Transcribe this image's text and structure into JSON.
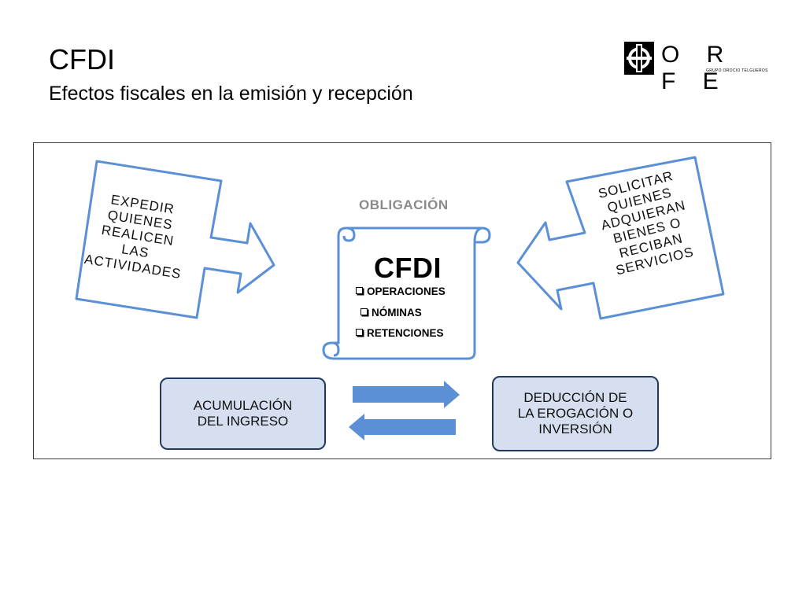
{
  "header": {
    "title": "CFDI",
    "subtitle": "Efectos fiscales en la emisión  y recepción"
  },
  "logo": {
    "name": "O R F E",
    "tagline": "GRUPO OROCIO TELGUEROS"
  },
  "diagram": {
    "left_block": [
      "EXPEDIR",
      "QUIENES",
      "REALICEN",
      "LAS",
      "ACTIVIDADES"
    ],
    "right_block": [
      "SOLICITAR",
      "QUIENES",
      "ADQUIERAN",
      "BIENES O",
      "RECIBAN",
      "SERVICIOS"
    ],
    "center_label": "OBLIGACIÓN",
    "scroll_title": "CFDI",
    "scroll_items": [
      "OPERACIONES",
      "NÓMINAS",
      "RETENCIONES"
    ],
    "bottom_left": [
      "ACUMULACIÓN",
      "DEL INGRESO"
    ],
    "bottom_right": [
      "DEDUCCIÓN DE",
      "LA EROGACIÓN O",
      "INVERSIÓN"
    ]
  },
  "colors": {
    "shape_stroke": "#5b8fd6",
    "box_fill": "#d5dff0",
    "box_border": "#1f3a5f",
    "arrow_fill": "#5b8fd6",
    "label_gray": "#8a8a8a"
  }
}
